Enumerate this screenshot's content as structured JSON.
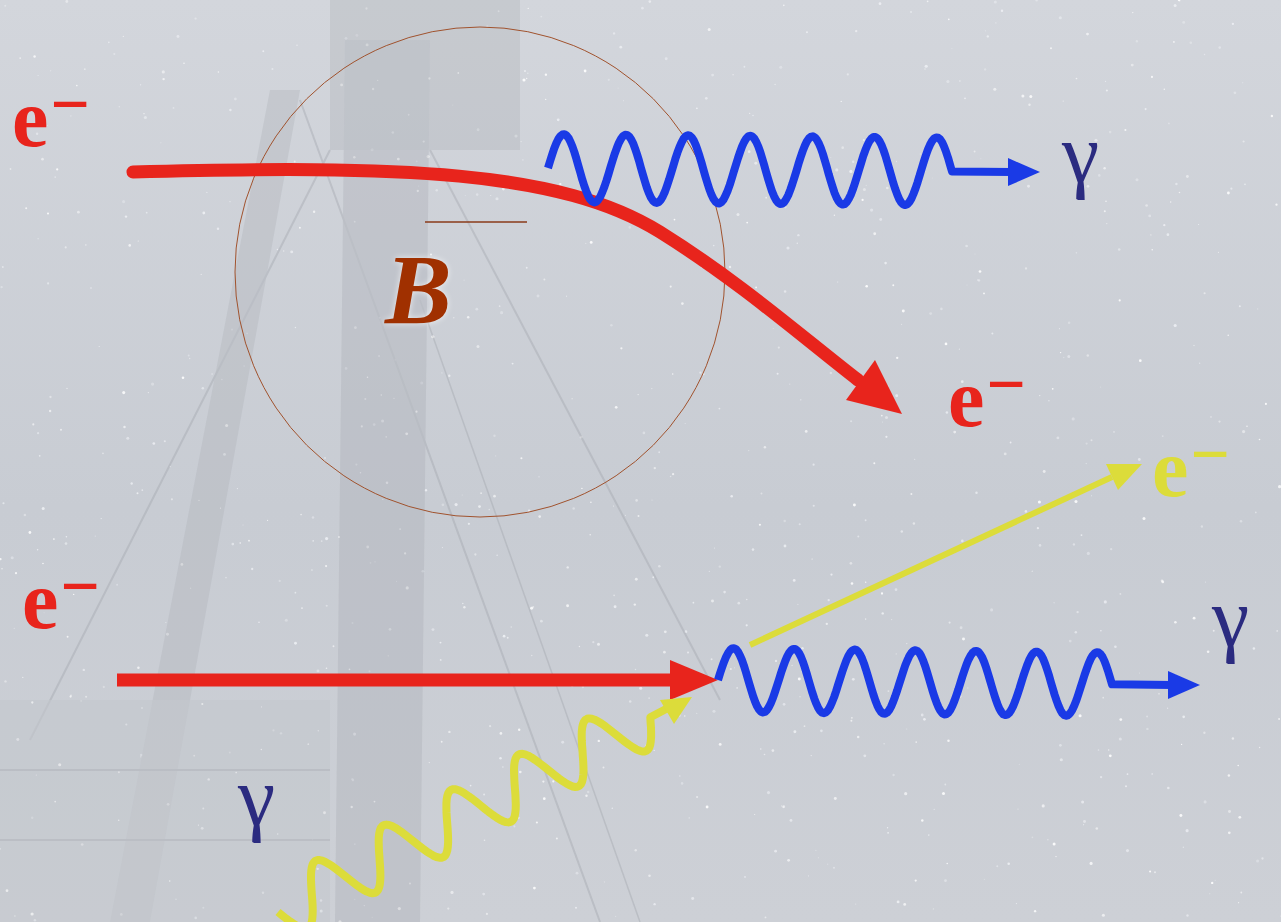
{
  "diagram": {
    "labels": [
      "e⁻",
      "γ",
      "B",
      "e⁻",
      "e⁻",
      "e⁻",
      "γ",
      "γ"
    ]
  }
}
